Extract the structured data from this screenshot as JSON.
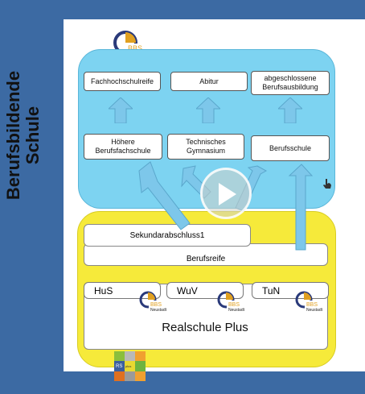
{
  "sidebar": {
    "title_line1": "Berufsbildende",
    "title_line2": "Schule"
  },
  "logo": {
    "line1": "BBS",
    "line2": "Neustadt"
  },
  "top_row": [
    "Fachhochschulreife",
    "Abitur",
    "abgeschlossene Berufsausbildung"
  ],
  "middle_row": [
    "Höhere Berufsfachschule",
    "Technisches Gymnasium",
    "Berufsschule"
  ],
  "secondary": {
    "sekundar": "Sekundarabschluss1",
    "berufsreife": "Berufsreife",
    "branches": [
      "HuS",
      "WuV",
      "TuN"
    ],
    "realschule": "Realschule Plus"
  },
  "rs_logo": {
    "line1": "RS",
    "line2": "plus"
  },
  "colors": {
    "background": "#3c6aa3",
    "blue_panel": "#7dd3f1",
    "yellow_panel": "#f6ea3a",
    "arrow": "#7dc7ea"
  },
  "icons": {
    "play": "play-icon"
  }
}
